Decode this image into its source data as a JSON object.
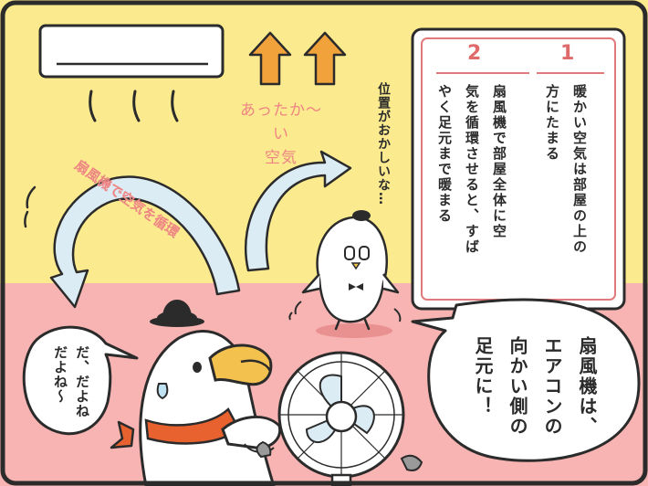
{
  "panel": {
    "warm_air_label_line1": "あったか〜い",
    "warm_air_label_line2": "空気",
    "circulation_label": "扇風機で空気を循環",
    "info_box": {
      "step1_number": "1",
      "step1_line1": "暖かい空気は部屋の上の",
      "step1_line2": "方にたまる",
      "step2_number": "2",
      "step2_line1": "扇風機で部屋全体に空",
      "step2_line2": "気を循環させると、すば",
      "step2_line3": "やく足元まで暖まる"
    },
    "small_bird_thought": "位置がおかしいな…",
    "speech_right": [
      "扇風機は、",
      "エアコンの",
      "向かい側の",
      "足元に！"
    ],
    "speech_left": [
      "だ、だよね",
      "だよね〜"
    ]
  },
  "colors": {
    "border": "#2b2b2b",
    "wall": "#fbeb8e",
    "floor": "#f7b4b2",
    "warm_arrow": "#f2a23a",
    "accent_text": "#ee8484",
    "info_border": "#e07a7a",
    "scarf": "#e8622f",
    "airflow_arrow": "#dcecf4"
  }
}
